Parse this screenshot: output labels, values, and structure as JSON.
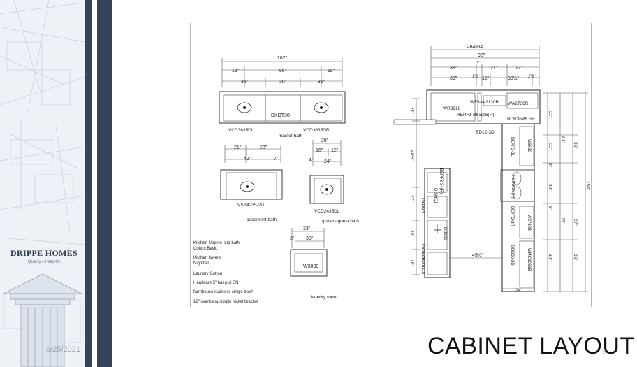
{
  "brand": {
    "name": "DRIPPE HOMES",
    "tagline": "Quality ♦ Integrity"
  },
  "footer": {
    "date": "6/25/2021",
    "page_number": "5"
  },
  "slide": {
    "title": "CABINET LAYOUT"
  },
  "master_bath": {
    "dims": {
      "overall": "102\"",
      "left": "18\"",
      "middle": "66\"",
      "right": "18\"",
      "a": "36\"",
      "b": "30\"",
      "c": "36\""
    },
    "labels": {
      "drawer": "DKDT30",
      "left": "VCD3635DL",
      "right": "VCD3635DR",
      "room": "master bath"
    }
  },
  "basement_bath": {
    "dims": {
      "a": "21\"",
      "b": "28\"",
      "c": "42\"",
      "d": "7\""
    },
    "labels": {
      "vanity": "VSB4235-2D",
      "room": "basement bath"
    }
  },
  "guest_bath": {
    "dims": {
      "a": "28\"",
      "b": "16\"",
      "c": "12\"",
      "d": "4\"",
      "e": "24\""
    },
    "labels": {
      "vanity": "VCD2435DL",
      "room": "upstairs guest bath"
    }
  },
  "laundry": {
    "dims": {
      "a": "33\"",
      "b": "3\"",
      "c": "30\""
    },
    "labels": {
      "cabinet": "W3030",
      "room": "laundry room"
    }
  },
  "notes": {
    "line1": "Kitchen Uppers and bath",
    "line2": "Cotton Basic",
    "line3": "Kitchen lowers",
    "line4": "Nightfall",
    "line5": "Laundry Cotton",
    "line6": "Hardware 5\" bar pull SN",
    "line7": "farmhouse stainless single bowl",
    "line8": "12\" overhang simple nickel bracket"
  },
  "kitchen": {
    "top_dims": {
      "pb": "PB4834",
      "overall": "90\"",
      "a": "39\"",
      "b": "3\"",
      "c": "21\"",
      "d": "27\"",
      "e": "39\"",
      "f": "1½\"",
      "g": "12\"",
      "h": "33½\"",
      "i": "2½\""
    },
    "labels": {
      "wr": "WR3918",
      "wf": "WF3-W2130R",
      "wa": "WA2736R",
      "repf": "REPF1-BF3(96(R)",
      "bcr": "BCR36WLSR",
      "bd": "BD12-3D",
      "bepf": "BEPF3-34(R)",
      "dish": "DISHQ1",
      "pb1": "PB1834",
      "db": "DB836",
      "pb2": "PB4834",
      "bwb": "BWB118",
      "bepfl": "BEPF3-3L",
      "sink": "FSINK36(R)",
      "bepfr": "BEPF3-3R",
      "w2730": "W2730B",
      "bbdl": "BBD36-3D",
      "wmc": "WMC3036B",
      "w3630": "W3630"
    },
    "side_dims": {
      "a": "21\"",
      "b": "81\"",
      "c": "36\"",
      "d": "30\"",
      "e": "27\"",
      "f": "21\"",
      "g": "27\"",
      "h": "30\"",
      "i": "36\"",
      "j": "158\"",
      "k": "8\"",
      "l": "3\""
    },
    "left_dims": {
      "a": "27\"",
      "b": "48½\"",
      "c": "27\"",
      "d": "36\"",
      "e": "18\"",
      "f": "49½\"",
      "g": "24\""
    }
  }
}
